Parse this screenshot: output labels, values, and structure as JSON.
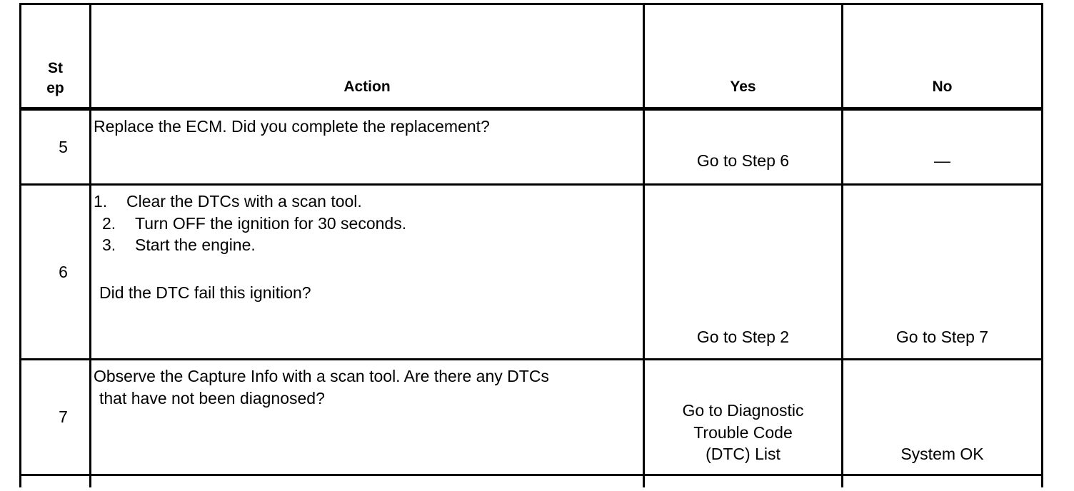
{
  "table": {
    "headers": {
      "step_line1": "St",
      "step_line2": "ep",
      "action": "Action",
      "yes": "Yes",
      "no": "No"
    },
    "rows": [
      {
        "step": "5",
        "action_lines": [
          "Replace the ECM. Did you complete the replacement?"
        ],
        "yes_lines": [
          "Go to Step 6"
        ],
        "no_lines": [
          "—"
        ]
      },
      {
        "step": "6",
        "list": [
          {
            "num": "1.",
            "text": "Clear the DTCs with a scan tool."
          },
          {
            "num": "2.",
            "text": "Turn OFF the ignition for 30 seconds."
          },
          {
            "num": "3.",
            "text": "Start the engine."
          }
        ],
        "question": "Did the DTC fail this ignition?",
        "yes_lines": [
          "Go to Step 2"
        ],
        "no_lines": [
          "Go to Step 7"
        ]
      },
      {
        "step": "7",
        "action_lines": [
          "Observe the Capture Info with a scan tool. Are there any DTCs",
          "that have not been diagnosed?"
        ],
        "yes_lines": [
          "Go to Diagnostic",
          "Trouble Code",
          "(DTC) List"
        ],
        "no_lines": [
          "System OK"
        ]
      }
    ]
  },
  "colors": {
    "border": "#000000",
    "text": "#000000",
    "background": "#ffffff"
  }
}
